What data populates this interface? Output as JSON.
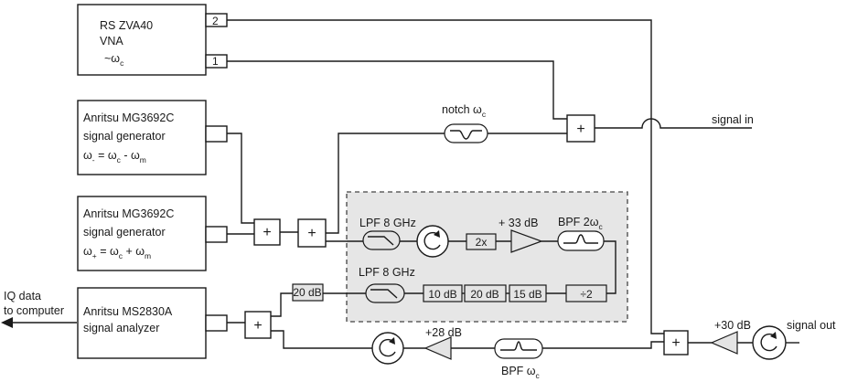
{
  "instruments": {
    "vna": {
      "line1": "RS ZVA40",
      "line2": "VNA",
      "line3_prefix": "~ω",
      "line3_sub": "c",
      "port2": "2",
      "port1": "1"
    },
    "gen_minus": {
      "line1": "Anritsu MG3692C",
      "line2": "signal generator",
      "formula": {
        "w1": "ω",
        "s1": "-",
        "eq": " = ω",
        "s2": "c",
        "op": " - ω",
        "s3": "m"
      }
    },
    "gen_plus": {
      "line1": "Anritsu MG3692C",
      "line2": "signal generator",
      "formula": {
        "w1": "ω",
        "s1": "+",
        "eq": " = ω",
        "s2": "c",
        "op": " + ω",
        "s3": "m"
      }
    },
    "analyzer": {
      "line1": "Anritsu MS2830A",
      "line2": "signal analyzer"
    }
  },
  "labels": {
    "notch": {
      "text": "notch ω",
      "sub": "c"
    },
    "signal_in": "signal in",
    "signal_out": "signal out",
    "iq_line1": "IQ data",
    "iq_line2": "to computer",
    "lpf_top": "LPF 8 GHz",
    "lpf_bottom": "LPF 8 GHz",
    "gain33": "+ 33 dB",
    "bpf2": {
      "text": "BPF 2ω",
      "sub": "c"
    },
    "bpf_bottom": {
      "text": "BPF ω",
      "sub": "c"
    },
    "gain28": "+28 dB",
    "gain30": "+30 dB",
    "mult2x": "2x",
    "att10": "10 dB",
    "att20": "20 dB",
    "att15": "15 dB",
    "div2": "÷2",
    "att20_out": "20 dB",
    "plus": "+"
  }
}
